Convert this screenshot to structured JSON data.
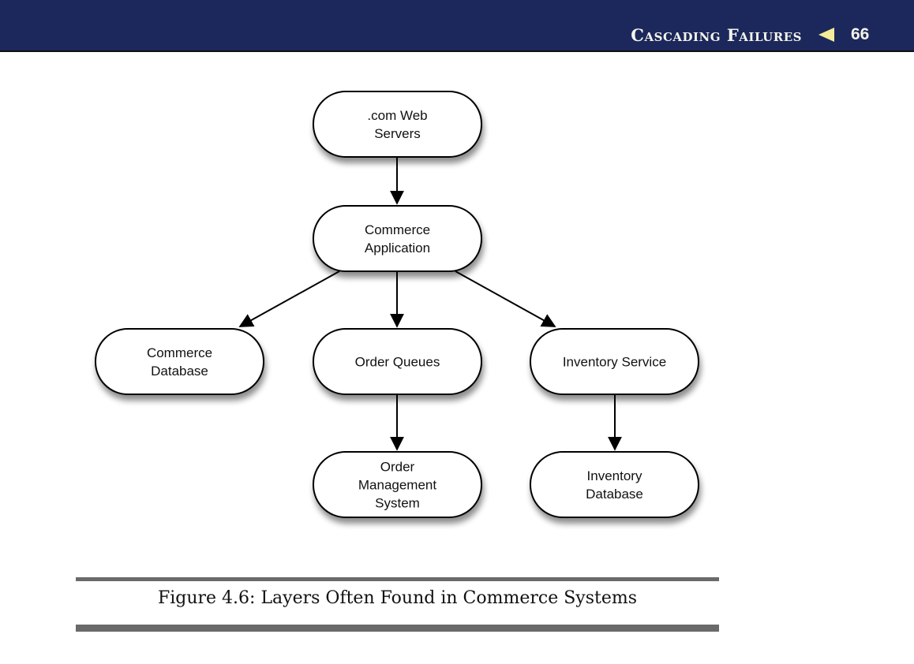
{
  "header": {
    "section_title": "Cascading Failures",
    "arrow_icon": "left-triangle-icon",
    "page_number": "66",
    "background_color": "#1c285c",
    "arrow_color": "#f5ec9a"
  },
  "diagram": {
    "nodes": [
      {
        "id": "web-servers",
        "lines": [
          ".com Web",
          "Servers"
        ]
      },
      {
        "id": "commerce-application",
        "lines": [
          "Commerce",
          "Application"
        ]
      },
      {
        "id": "commerce-database",
        "lines": [
          "Commerce",
          "Database"
        ]
      },
      {
        "id": "order-queues",
        "lines": [
          "Order Queues"
        ]
      },
      {
        "id": "inventory-service",
        "lines": [
          "Inventory Service"
        ]
      },
      {
        "id": "order-management-system",
        "lines": [
          "Order",
          "Management",
          "System"
        ]
      },
      {
        "id": "inventory-database",
        "lines": [
          "Inventory",
          "Database"
        ]
      }
    ],
    "edges": [
      {
        "from": "web-servers",
        "to": "commerce-application"
      },
      {
        "from": "commerce-application",
        "to": "commerce-database"
      },
      {
        "from": "commerce-application",
        "to": "order-queues"
      },
      {
        "from": "commerce-application",
        "to": "inventory-service"
      },
      {
        "from": "order-queues",
        "to": "order-management-system"
      },
      {
        "from": "inventory-service",
        "to": "inventory-database"
      }
    ]
  },
  "figure": {
    "caption": "Figure 4.6: Layers Often Found in Commerce Systems"
  }
}
